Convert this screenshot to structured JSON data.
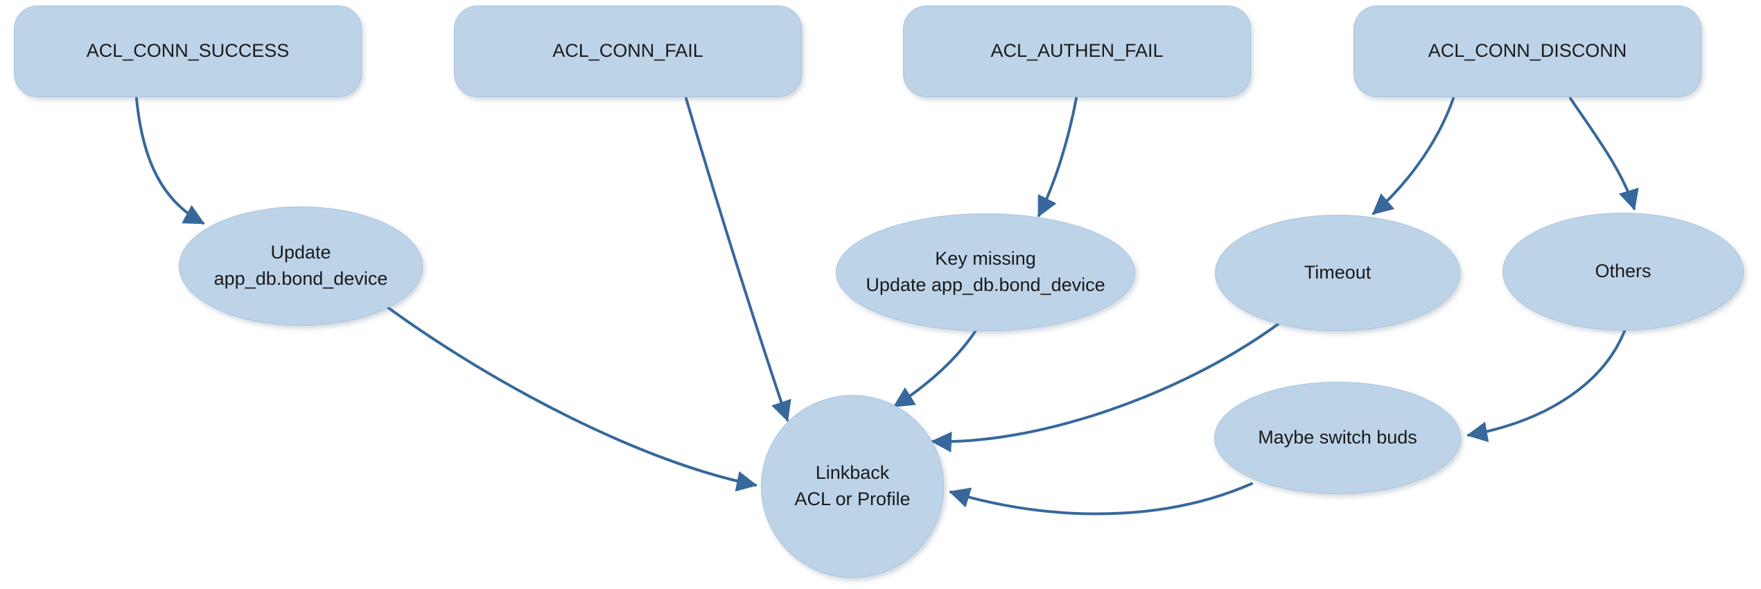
{
  "diagram": {
    "colors": {
      "background": "#ffffff",
      "node_fill": "#bdd3e8",
      "node_border": "#a9c4dd",
      "arrow": "#36689c",
      "text": "#1a1a1a"
    },
    "nodes": {
      "acl_conn_success": {
        "shape": "rounded-rect",
        "label": "ACL_CONN_SUCCESS"
      },
      "acl_conn_fail": {
        "shape": "rounded-rect",
        "label": "ACL_CONN_FAIL"
      },
      "acl_authen_fail": {
        "shape": "rounded-rect",
        "label": "ACL_AUTHEN_FAIL"
      },
      "acl_conn_disconn": {
        "shape": "rounded-rect",
        "label": "ACL_CONN_DISCONN"
      },
      "update_bond_device": {
        "shape": "ellipse",
        "label_line1": "Update",
        "label_line2": "app_db.bond_device"
      },
      "key_missing_update_bond_device": {
        "shape": "ellipse",
        "label_line1": "Key missing",
        "label_line2": "Update app_db.bond_device"
      },
      "timeout": {
        "shape": "ellipse",
        "label": "Timeout"
      },
      "others": {
        "shape": "ellipse",
        "label": "Others"
      },
      "maybe_switch_buds": {
        "shape": "ellipse",
        "label": "Maybe switch buds"
      },
      "linkback_acl_or_profile": {
        "shape": "circle",
        "label_line1": "Linkback",
        "label_line2": "ACL or Profile"
      }
    },
    "edges": [
      {
        "from": "acl_conn_success",
        "to": "update_bond_device"
      },
      {
        "from": "acl_conn_fail",
        "to": "linkback_acl_or_profile"
      },
      {
        "from": "acl_authen_fail",
        "to": "key_missing_update_bond_device"
      },
      {
        "from": "acl_conn_disconn",
        "to": "timeout"
      },
      {
        "from": "acl_conn_disconn",
        "to": "others"
      },
      {
        "from": "update_bond_device",
        "to": "linkback_acl_or_profile"
      },
      {
        "from": "key_missing_update_bond_device",
        "to": "linkback_acl_or_profile"
      },
      {
        "from": "timeout",
        "to": "linkback_acl_or_profile"
      },
      {
        "from": "others",
        "to": "maybe_switch_buds"
      },
      {
        "from": "maybe_switch_buds",
        "to": "linkback_acl_or_profile"
      }
    ]
  }
}
